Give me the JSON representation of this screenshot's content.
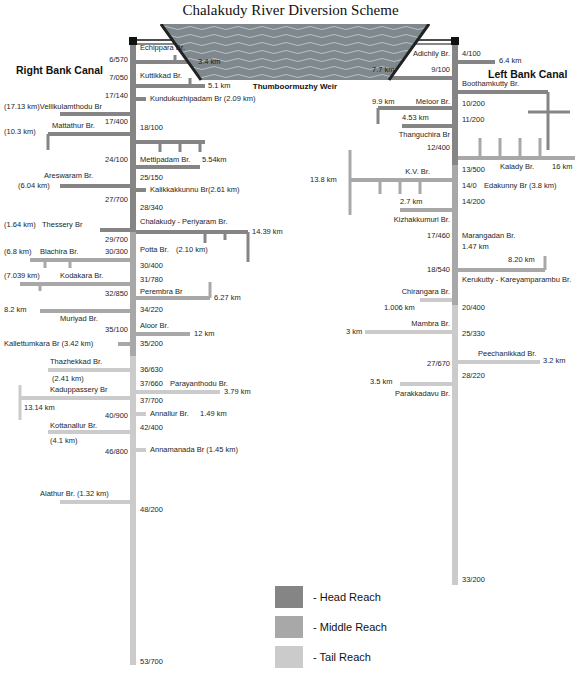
{
  "diagram": {
    "title": "Chalakudy River Diversion Scheme",
    "nodes": [
      {
        "text": [
          "Thumboormuzhy Weir"
        ]
      }
    ],
    "labels": [
      "Right Bank Canal",
      "Left Bank Canal",
      "Echippara Br.",
      "6/570",
      "3.4 km",
      "Kuttikkad Br.",
      "7/050",
      "5.1 km",
      "17/140",
      "Kundukuzhipadam Br (2.09 km)",
      "(17.13 km)Vellikulamthodu Br",
      "17/400",
      "Mattathur Br.",
      "18/100",
      "(10.3 km)",
      "24/100",
      "Mettipadam Br.",
      "5.54km",
      "Areswaram Br.",
      "25/150",
      "(6.04 km)",
      "Kalikkakkunnu Br(2.61 km)",
      "27/700",
      "28/340",
      "(1.64 km)",
      "Thessery Br",
      "Chalakudy - Periyaram Br.",
      "14.39 km",
      "29/700",
      "(6.8 km)",
      "Blachira Br.",
      "30/300",
      "Potta Br.",
      "(2.10 km)",
      "30/400",
      "(7.039 km)",
      "Kodakara Br.",
      "31/780",
      "32/850",
      "Perembra Br",
      "6.27 km",
      "8.2 km",
      "34/220",
      "Muriyad Br.",
      "35/100",
      "Aloor Br.",
      "12 km",
      "Kallettumkara Br (3.42 km)",
      "35/200",
      "Thazhekkad Br.",
      "36/630",
      "(2.41 km)",
      "37/660",
      "Kaduppassery Br",
      "Parayanthodu Br.",
      "3.79 km",
      "37/700",
      "13.14 km",
      "40/900",
      "Annallur Br.",
      "1.49 km",
      "Kottanallur Br.",
      "42/400",
      "(4.1 km)",
      "46/800",
      "Annamanada Br (1.45 km)",
      "Alathur Br. (1.32 km)",
      "48/200",
      "53/700",
      "Adichily Br.",
      "4/100",
      "6.4 km",
      "7.7 km",
      "9/100",
      "Boothamkutty Br.",
      "9.9 km",
      "Meloor Br.",
      "10/200",
      "4.53 km",
      "11/200",
      "Thanguchira Br",
      "12/400",
      "Kalady Br.",
      "16 km",
      "13.8 km",
      "K.V. Br.",
      "13/500",
      "14/0",
      "Edakunny Br (3.8 km)",
      "2.7 km",
      "14/200",
      "Kizhakkumuri Br.",
      "17/460",
      "Marangadan Br.",
      "1.47 km",
      "8.20 km",
      "18/540",
      "Kerukutty - Kareyamparambu Br.",
      "Chirangara Br.",
      "1.006 km",
      "20/400",
      "Mambra Br.",
      "3 km",
      "25/330",
      "Peechanikkad Br.",
      "27/670",
      "3.2 km",
      "28/220",
      "3.5 km",
      "Parakkadavu Br.",
      "33/200"
    ],
    "legend": [
      {
        "text": "- Head Reach",
        "color": "#858585"
      },
      {
        "text": "- Middle Reach",
        "color": "#a8a8a8"
      },
      {
        "text": "- Tail Reach",
        "color": "#cbcbcb"
      }
    ]
  }
}
